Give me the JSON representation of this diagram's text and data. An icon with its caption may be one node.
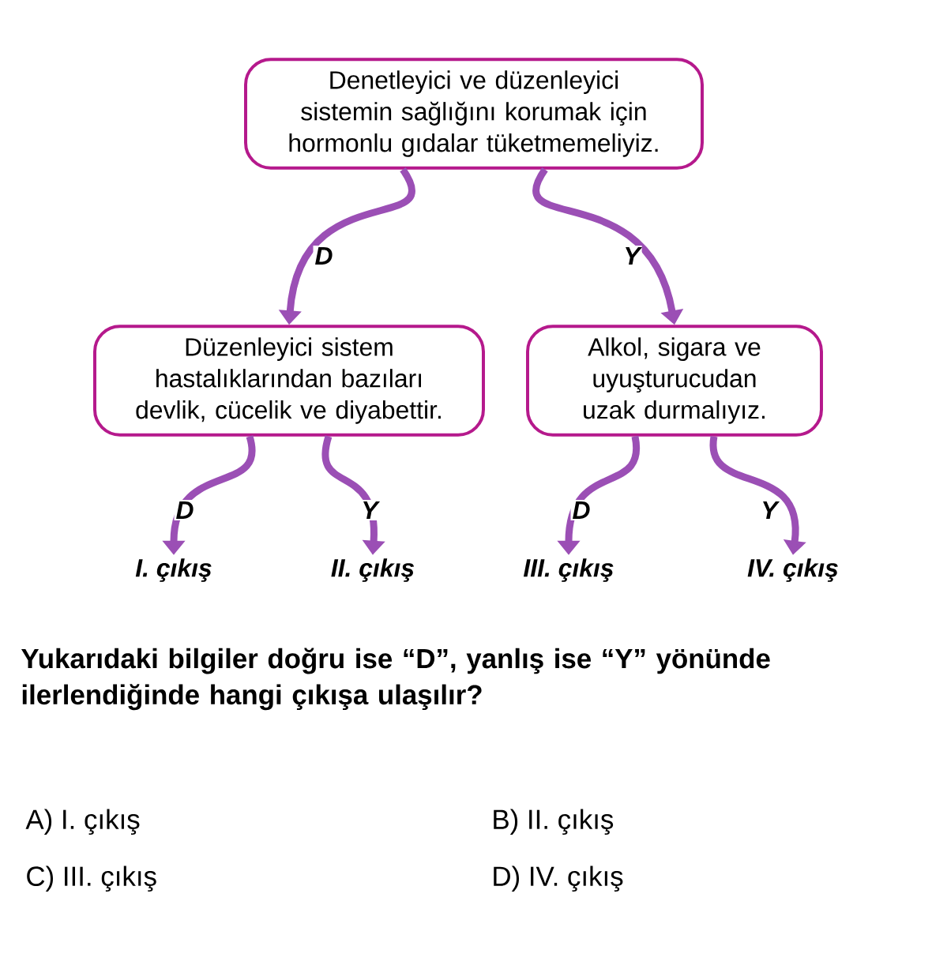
{
  "diagram": {
    "nodes": [
      {
        "text": [
          "Denetleyici ve düzenleyici sistemin sağlığını korumak için hormonlu gıdalar tüketmemeliyiz."
        ]
      },
      {
        "text": [
          "Düzenleyici sistem hastalıklarından bazıları devlik, cücelik ve diyabettir."
        ]
      },
      {
        "text": [
          "Alkol, sigara ve uyuşturucudan uzak durmalıyız."
        ]
      },
      {
        "text": [
          "I. çıkış"
        ]
      },
      {
        "text": [
          "II. çıkış"
        ]
      },
      {
        "text": [
          "III. çıkış"
        ]
      },
      {
        "text": [
          "IV. çıkış"
        ]
      }
    ],
    "edges": [
      {
        "from": 0,
        "to": 1,
        "arrow": "to",
        "label": "D"
      },
      {
        "from": 0,
        "to": 2,
        "arrow": "to",
        "label": "Y"
      },
      {
        "from": 1,
        "to": 3,
        "arrow": "to",
        "label": "D"
      },
      {
        "from": 1,
        "to": 4,
        "arrow": "to",
        "label": "Y"
      },
      {
        "from": 2,
        "to": 5,
        "arrow": "to",
        "label": "D"
      },
      {
        "from": 2,
        "to": 6,
        "arrow": "to",
        "label": "Y"
      }
    ],
    "labels": [
      "Yukarıdaki bilgiler doğru ise “D”, yanlış ise “Y” yönünde ilerlendiğinde hangi çıkışa ulaşılır?",
      "A) I. çıkış",
      "B) II. çıkış",
      "C) III. çıkış",
      "D) IV. çıkış"
    ]
  }
}
